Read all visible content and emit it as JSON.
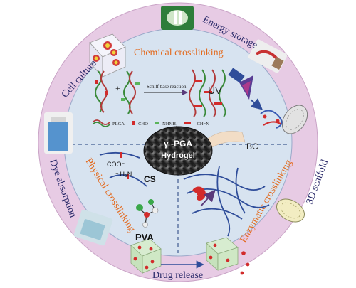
{
  "outer_ring": {
    "labels": {
      "cell_culture": "Cell culture",
      "energy_storage": "Energy storage",
      "scaffold_3d": "3D scaffold",
      "drug_release": "Drug release",
      "dye_absorption": "Dye absorption"
    }
  },
  "sections": {
    "chemical": "Chemical crosslinking",
    "physical": "Physical crosslinking",
    "enzymatic": "Enzymatic crosslinking"
  },
  "chemical_panel": {
    "arrow_label": "Schiff base reaction",
    "plus": "+",
    "legend": {
      "plga": "PLGA",
      "cho": "-CHO",
      "nhnh2": "-NHNH₂",
      "ch_n": "—CH=N—"
    },
    "uv": "UV",
    "bc": "BC"
  },
  "center": {
    "line1": "γ -PGA",
    "line2": "Hydrogel"
  },
  "physical_panel": {
    "coo": "COO⁻",
    "h3n": "⁺ H₃N",
    "cs": "CS",
    "pva": "PVA"
  },
  "colors": {
    "outer_ring": "#e7cbe4",
    "inner_disc": "#d7e3f0",
    "section_label": "#e36a1e",
    "outer_label": "#2a2a6a",
    "dashed_divider": "#3f5b8f"
  }
}
